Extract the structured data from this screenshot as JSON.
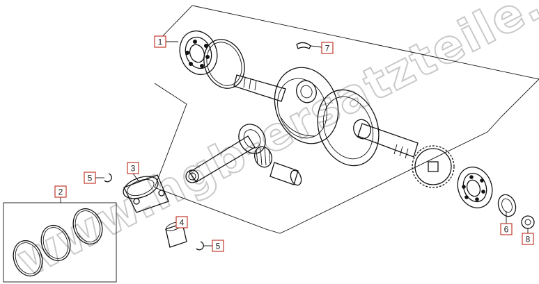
{
  "watermark": "www.hgb-ersatzteile.de",
  "accent_color": "#c0392b",
  "callouts": [
    {
      "id": "c1",
      "label": "1"
    },
    {
      "id": "c7",
      "label": "7"
    },
    {
      "id": "c3",
      "label": "3"
    },
    {
      "id": "c5a",
      "label": "5"
    },
    {
      "id": "c2",
      "label": "2"
    },
    {
      "id": "c4",
      "label": "4"
    },
    {
      "id": "c5b",
      "label": "5"
    },
    {
      "id": "c6",
      "label": "6"
    },
    {
      "id": "c8",
      "label": "8"
    }
  ]
}
